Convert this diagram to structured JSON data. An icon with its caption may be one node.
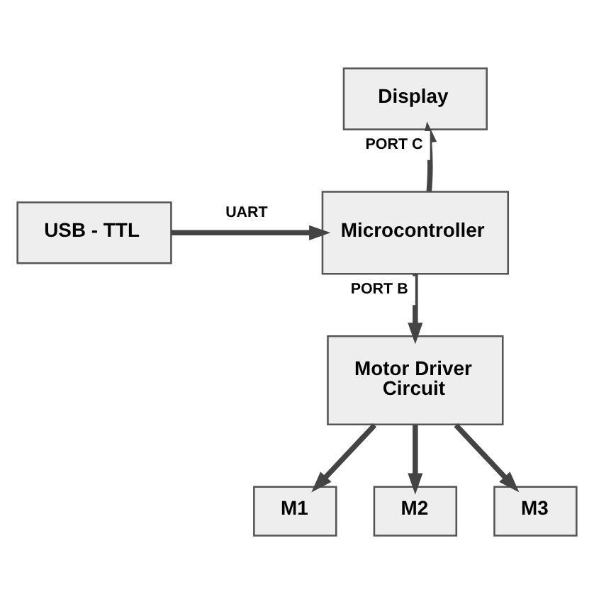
{
  "diagram": {
    "nodes": [
      {
        "text": [
          "Display"
        ]
      },
      {
        "text": [
          "USB - TTL"
        ]
      },
      {
        "text": [
          "Microcontroller"
        ]
      },
      {
        "text": [
          "Motor Driver Circuit"
        ]
      },
      {
        "text": [
          "M1"
        ]
      },
      {
        "text": [
          "M2"
        ]
      },
      {
        "text": [
          "M3"
        ]
      }
    ],
    "edges": [
      {
        "from": 2,
        "to": 0,
        "arrow": "to",
        "label": "PORT C"
      },
      {
        "from": 1,
        "to": 2,
        "arrow": "to",
        "label": "UART"
      },
      {
        "from": 2,
        "to": 3,
        "arrow": "to",
        "label": "PORT B"
      },
      {
        "from": 3,
        "to": 4,
        "arrow": "to"
      },
      {
        "from": 3,
        "to": 5,
        "arrow": "to"
      },
      {
        "from": 3,
        "to": 6,
        "arrow": "to"
      }
    ]
  }
}
